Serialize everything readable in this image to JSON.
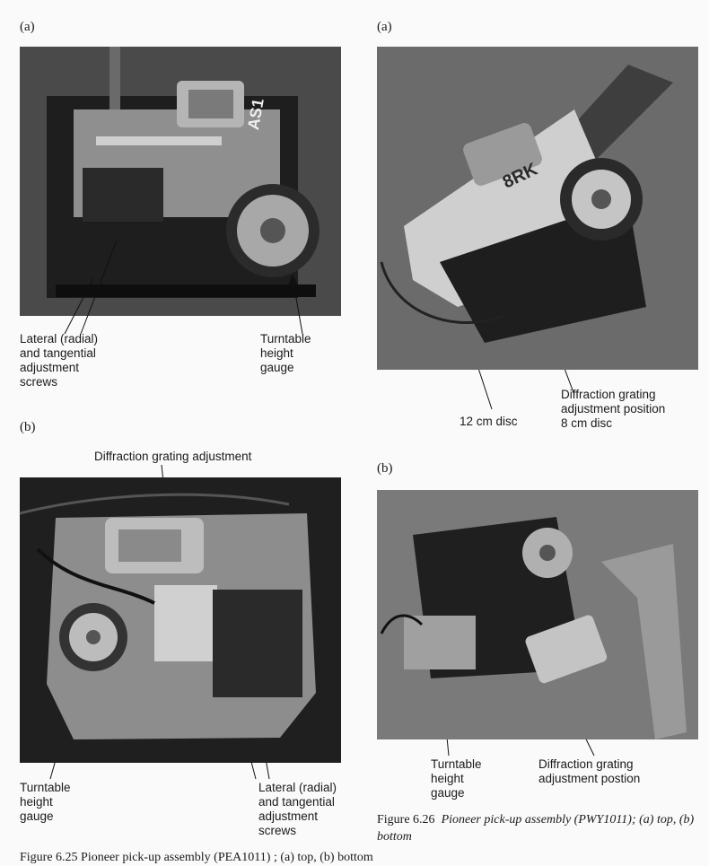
{
  "left": {
    "panel_a": {
      "label": "(a)",
      "callout_left": "Lateral (radial)\nand tangential\nadjustment\nscrews",
      "callout_right": "Turntable\nheight\ngauge",
      "stamp": "AS1"
    },
    "panel_b": {
      "label": "(b)",
      "callout_top": "Diffraction grating adjustment",
      "callout_left": "Turntable\nheight\ngauge",
      "callout_right": "Lateral (radial)\nand tangential\nadjustment\nscrews"
    }
  },
  "right": {
    "panel_a": {
      "label": "(a)",
      "callout_left": "12 cm disc",
      "callout_right": "Diffraction grating\nadjustment position\n8 cm disc",
      "stamp": "8RK"
    },
    "panel_b": {
      "label": "(b)",
      "callout_left": "Turntable\nheight\ngauge",
      "callout_right": "Diffraction grating\nadjustment postion"
    }
  },
  "caption": {
    "figure_number": "Figure 6.26",
    "text": "Pioneer pick-up assembly (PWY1011); (a) top, (b) bottom"
  },
  "footer_fragment": "Figure 6.25  Pioneer pick-up assembly (PEA1011) ; (a) top, (b) bottom"
}
